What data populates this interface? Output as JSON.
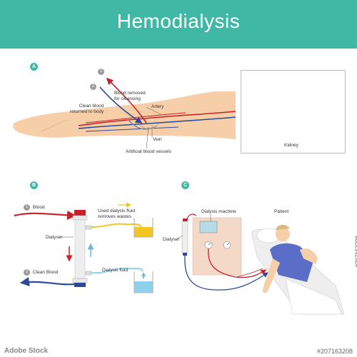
{
  "title": "Hemodialysis",
  "section_a": {
    "badge": "A",
    "step1": "1",
    "step2": "2",
    "blood_removed": "Blood removed\nfor cleansing",
    "clean_blood": "Clean blood\nreturned to body",
    "artery": "Artery",
    "vein": "Vein",
    "artificial": "Artificial blood vessels",
    "kidney": "Kidney"
  },
  "section_b": {
    "badge": "B",
    "step1": "1",
    "blood": "Blood",
    "used_fluid": "Used dialysis fluid\nremoves wastes",
    "dialyser": "Dialyser",
    "step2": "2",
    "clean_blood": "Clean Blood",
    "dialysis_fluid": "Dialysis fluid"
  },
  "section_c": {
    "badge": "C",
    "machine": "Dialysis machine",
    "patient": "Patient",
    "dialyser": "Dialyser"
  },
  "footer": {
    "logo": "Adobe Stock",
    "code": "#207163208"
  },
  "colors": {
    "accent": "#3fb8a6",
    "blood_red": "#c8202a",
    "clean_blue": "#2a4a9a",
    "skin": "#f6cfa8",
    "fluid_yellow": "#f2c522",
    "fluid_blue": "#8fd0ea"
  }
}
